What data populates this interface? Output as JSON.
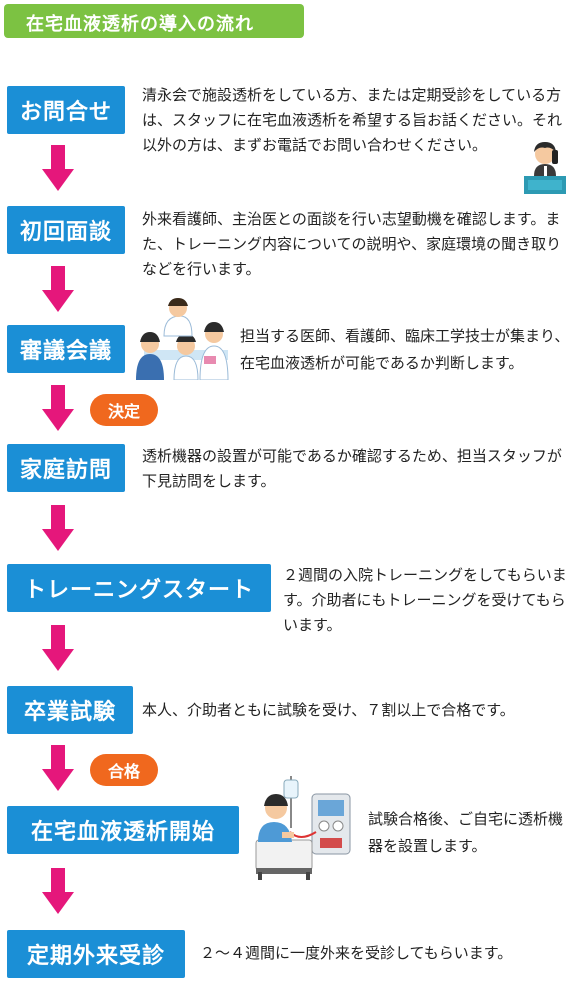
{
  "header": {
    "title": "在宅血液透析の導入の流れ"
  },
  "steps": [
    {
      "label": "お問合せ",
      "desc": "清永会で施設透析をしている方、または定期受診をしている方は、スタッフに在宅血液透析を希望する旨お話ください。それ以外の方は、まずお電話でお問い合わせください。"
    },
    {
      "label": "初回面談",
      "desc": "外来看護師、主治医との面談を行い志望動機を確認します。また、トレーニング内容についての説明や、家庭環境の聞き取りなどを行います。"
    },
    {
      "label": "審議会議",
      "desc": "担当する医師、看護師、臨床工学技士が集まり、在宅血液透析が可能であるか判断します。"
    },
    {
      "label": "家庭訪問",
      "desc": "透析機器の設置が可能であるか確認するため、担当スタッフが下見訪問をします。"
    },
    {
      "label": "トレーニングスタート",
      "desc": "２週間の入院トレーニングをしてもらいます。介助者にもトレーニングを受けてもらいます。"
    },
    {
      "label": "卒業試験",
      "desc": "本人、介助者ともに試験を受け、７割以上で合格です。"
    },
    {
      "label": "在宅血液透析開始",
      "desc": "試験合格後、ご自宅に透析機器を設置します。"
    },
    {
      "label": "定期外来受診",
      "desc": "２～４週間に一度外来を受診してもらいます。"
    }
  ],
  "badges": {
    "decision": "決定",
    "pass": "合格"
  },
  "colors": {
    "header": "#7cc242",
    "step": "#1b8fd6",
    "arrow": "#e5177b",
    "badge": "#f0681e"
  }
}
